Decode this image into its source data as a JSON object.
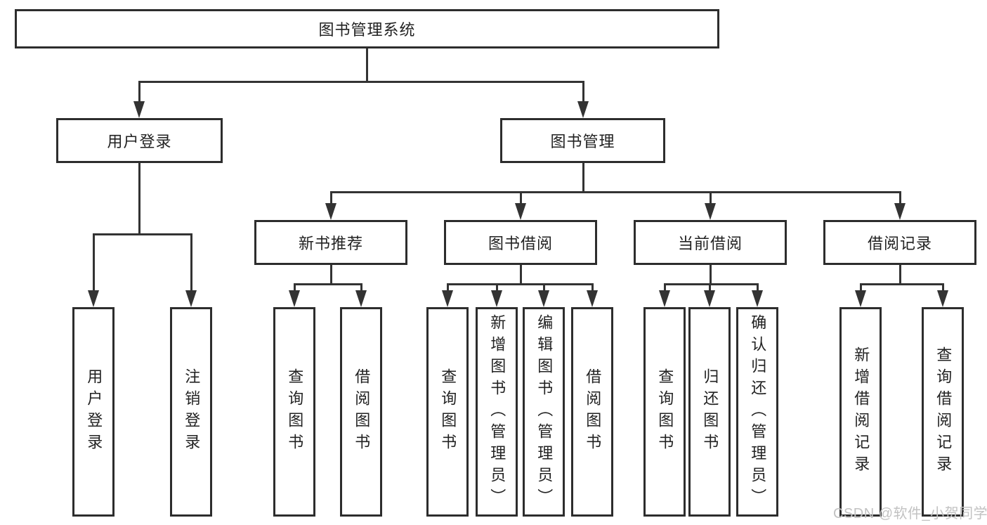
{
  "diagram_title": "图书管理系统",
  "watermark": "CSDN @软件_小贺同学",
  "colors": {
    "background": "#ffffff",
    "box_border": "#2d2d2d",
    "line": "#333333",
    "text": "#222222",
    "watermark": "#c2c2c2"
  },
  "nodes": {
    "root": {
      "label": "图书管理系统"
    },
    "user_login": {
      "label": "用户登录"
    },
    "book_mgmt": {
      "label": "图书管理"
    },
    "new_book_rec": {
      "label": "新书推荐"
    },
    "book_borrow": {
      "label": "图书借阅"
    },
    "current_borrow": {
      "label": "当前借阅"
    },
    "borrow_records": {
      "label": "借阅记录"
    },
    "user_login_leaf": {
      "label": "用户登录"
    },
    "logout_leaf": {
      "label": "注销登录"
    },
    "nb_query_books": {
      "label": "查询图书"
    },
    "nb_borrow_books": {
      "label": "借阅图书"
    },
    "bb_query_books": {
      "label": "查询图书"
    },
    "bb_add_books": {
      "label": "新增图书（管理员）"
    },
    "bb_edit_books": {
      "label": "编辑图书（管理员）"
    },
    "bb_borrow_books": {
      "label": "借阅图书"
    },
    "cb_query_books": {
      "label": "查询图书"
    },
    "cb_return_books": {
      "label": "归还图书"
    },
    "cb_confirm_return": {
      "label": "确认归还（管理员）"
    },
    "br_add_record": {
      "label": "新增借阅记录"
    },
    "br_query_record": {
      "label": "查询借阅记录"
    }
  }
}
